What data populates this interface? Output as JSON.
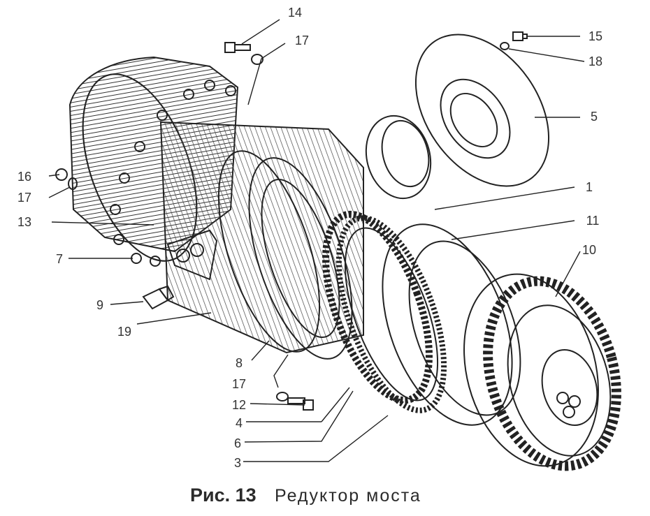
{
  "figure": {
    "caption_number": "Рис. 13",
    "caption_title": "Редуктор моста"
  },
  "callouts": [
    {
      "id": "c14",
      "label": "14"
    },
    {
      "id": "c17a",
      "label": "17"
    },
    {
      "id": "c15",
      "label": "15"
    },
    {
      "id": "c18",
      "label": "18"
    },
    {
      "id": "c5",
      "label": "5"
    },
    {
      "id": "c16",
      "label": "16"
    },
    {
      "id": "c17b",
      "label": "17"
    },
    {
      "id": "c13",
      "label": "13"
    },
    {
      "id": "c1",
      "label": "1"
    },
    {
      "id": "c11",
      "label": "11"
    },
    {
      "id": "c7",
      "label": "7"
    },
    {
      "id": "c10",
      "label": "10"
    },
    {
      "id": "c9",
      "label": "9"
    },
    {
      "id": "c19",
      "label": "19"
    },
    {
      "id": "c8",
      "label": "8"
    },
    {
      "id": "c17c",
      "label": "17"
    },
    {
      "id": "c12",
      "label": "12"
    },
    {
      "id": "c4",
      "label": "4"
    },
    {
      "id": "c6",
      "label": "6"
    },
    {
      "id": "c3",
      "label": "3"
    }
  ]
}
